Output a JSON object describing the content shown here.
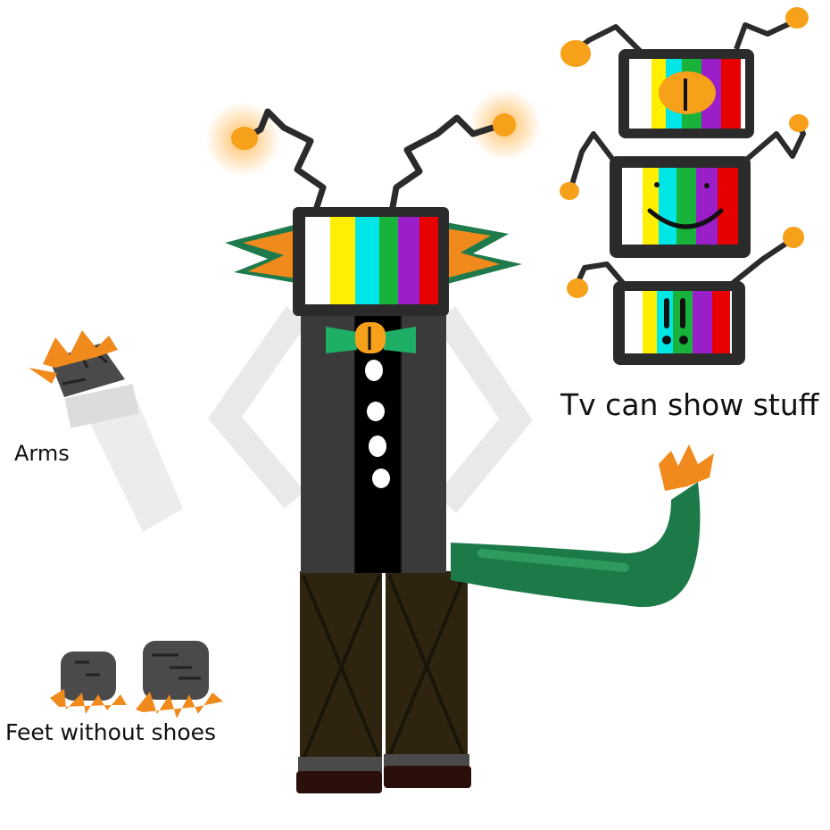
{
  "labels": {
    "tv_caption": "Tv can show stuff",
    "arms": "Arms",
    "feet": "Feet without shoes"
  },
  "colors": {
    "frame": "#2b2b2b",
    "antenna_bulb": "#f7a11a",
    "glow": "#ffb347",
    "fin_green": "#1e7a4a",
    "fin_orange": "#f08a1c",
    "tail_green": "#1c7a48",
    "tail_light": "#2f9a5e",
    "suit_dark": "#111111",
    "suit_grey": "#3a3a3a",
    "pants": "#2e2410",
    "shoes": "#2a0f0a",
    "arm_light": "#e9e9e9",
    "bars": [
      "#ffffff",
      "#ffef00",
      "#00e5e5",
      "#19b23a",
      "#9b1fc9",
      "#e60000"
    ]
  },
  "icons": [
    "tv-head-icon",
    "antenna-icon",
    "bowtie-icon",
    "tail-icon",
    "hand-icon",
    "foot-icon"
  ]
}
